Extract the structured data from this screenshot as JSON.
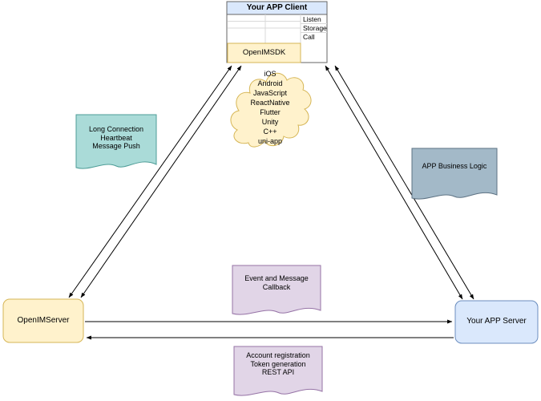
{
  "diagram": {
    "client": {
      "title": "Your APP Client",
      "side_labels": [
        "Listen",
        "Storage",
        "Call"
      ],
      "sdk_label": "OpenIMSDK",
      "header_fill": "#dae8fc",
      "body_fill": "#ffffff",
      "border": "#666666",
      "grid_line": "#d9d9d9",
      "sdk_fill": "#fff2cc",
      "sdk_stroke": "#d6b656"
    },
    "cloud": {
      "platforms": [
        "iOS",
        "Android",
        "JavaScript",
        "ReactNative",
        "Flutter",
        "Unity",
        "C++",
        "uni-app"
      ],
      "fill": "#fff2cc",
      "stroke": "#d6b656"
    },
    "notes": {
      "long_connection": {
        "text": "Long Connection\nHeartbeat\nMessage Push",
        "fill": "#aadbd8",
        "stroke": "#4e9d97"
      },
      "app_business_logic": {
        "text": "APP Business Logic",
        "fill": "#a3b9c8",
        "stroke": "#5d7283"
      },
      "event_callback": {
        "text": "Event and Message\nCallback",
        "fill": "#e1d5e7",
        "stroke": "#9673a6"
      },
      "account_registration": {
        "text": "Account registration\nToken generation\nREST API",
        "fill": "#e1d5e7",
        "stroke": "#9673a6"
      }
    },
    "nodes": {
      "openim_server": {
        "label": "OpenIMServer",
        "fill": "#fff2cc",
        "stroke": "#d6b656"
      },
      "app_server": {
        "label": "Your APP Server",
        "fill": "#dae8fc",
        "stroke": "#6c8ebf"
      }
    },
    "arrow_color": "#000000"
  }
}
